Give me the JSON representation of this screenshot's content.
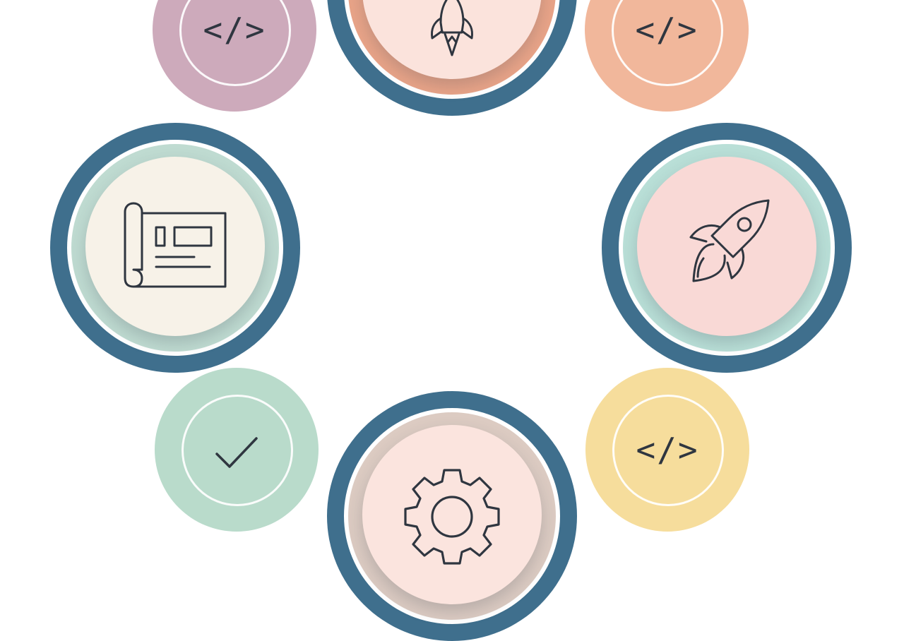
{
  "colors": {
    "frame": "#3f6f8d",
    "mauve": "#cdaabb",
    "peach": "#f1b79b",
    "mint": "#b9dbcb",
    "butter": "#f6dd9c",
    "top_face": "#fbe3dc",
    "top_mid": "#e9a488",
    "left_face": "#f7f2e8",
    "left_mid": "#bfdbd1",
    "right_face": "#f9d9d6",
    "right_mid": "#b9dfd7",
    "bottom_face": "#fbe4de",
    "bottom_mid": "#dccbc2",
    "icon_stroke": "#2f3640"
  },
  "nodes": [
    {
      "name": "code-circle-top-left",
      "icon": "code-icon",
      "glyph": "</>",
      "color": "mauve"
    },
    {
      "name": "rocket-circle-top",
      "icon": "rocket-launch-icon",
      "color": "top_face"
    },
    {
      "name": "code-circle-top-right",
      "icon": "code-icon",
      "glyph": "</>",
      "color": "peach"
    },
    {
      "name": "blueprint-circle-left",
      "icon": "blueprint-icon",
      "color": "left_face"
    },
    {
      "name": "rocket-circle-right",
      "icon": "rocket-icon",
      "color": "right_face"
    },
    {
      "name": "check-circle-bottom-left",
      "icon": "checkmark-icon",
      "color": "mint"
    },
    {
      "name": "gear-circle-bottom",
      "icon": "gear-icon",
      "color": "bottom_face"
    },
    {
      "name": "code-circle-bottom-right",
      "icon": "code-icon",
      "glyph": "</>",
      "color": "butter"
    }
  ]
}
